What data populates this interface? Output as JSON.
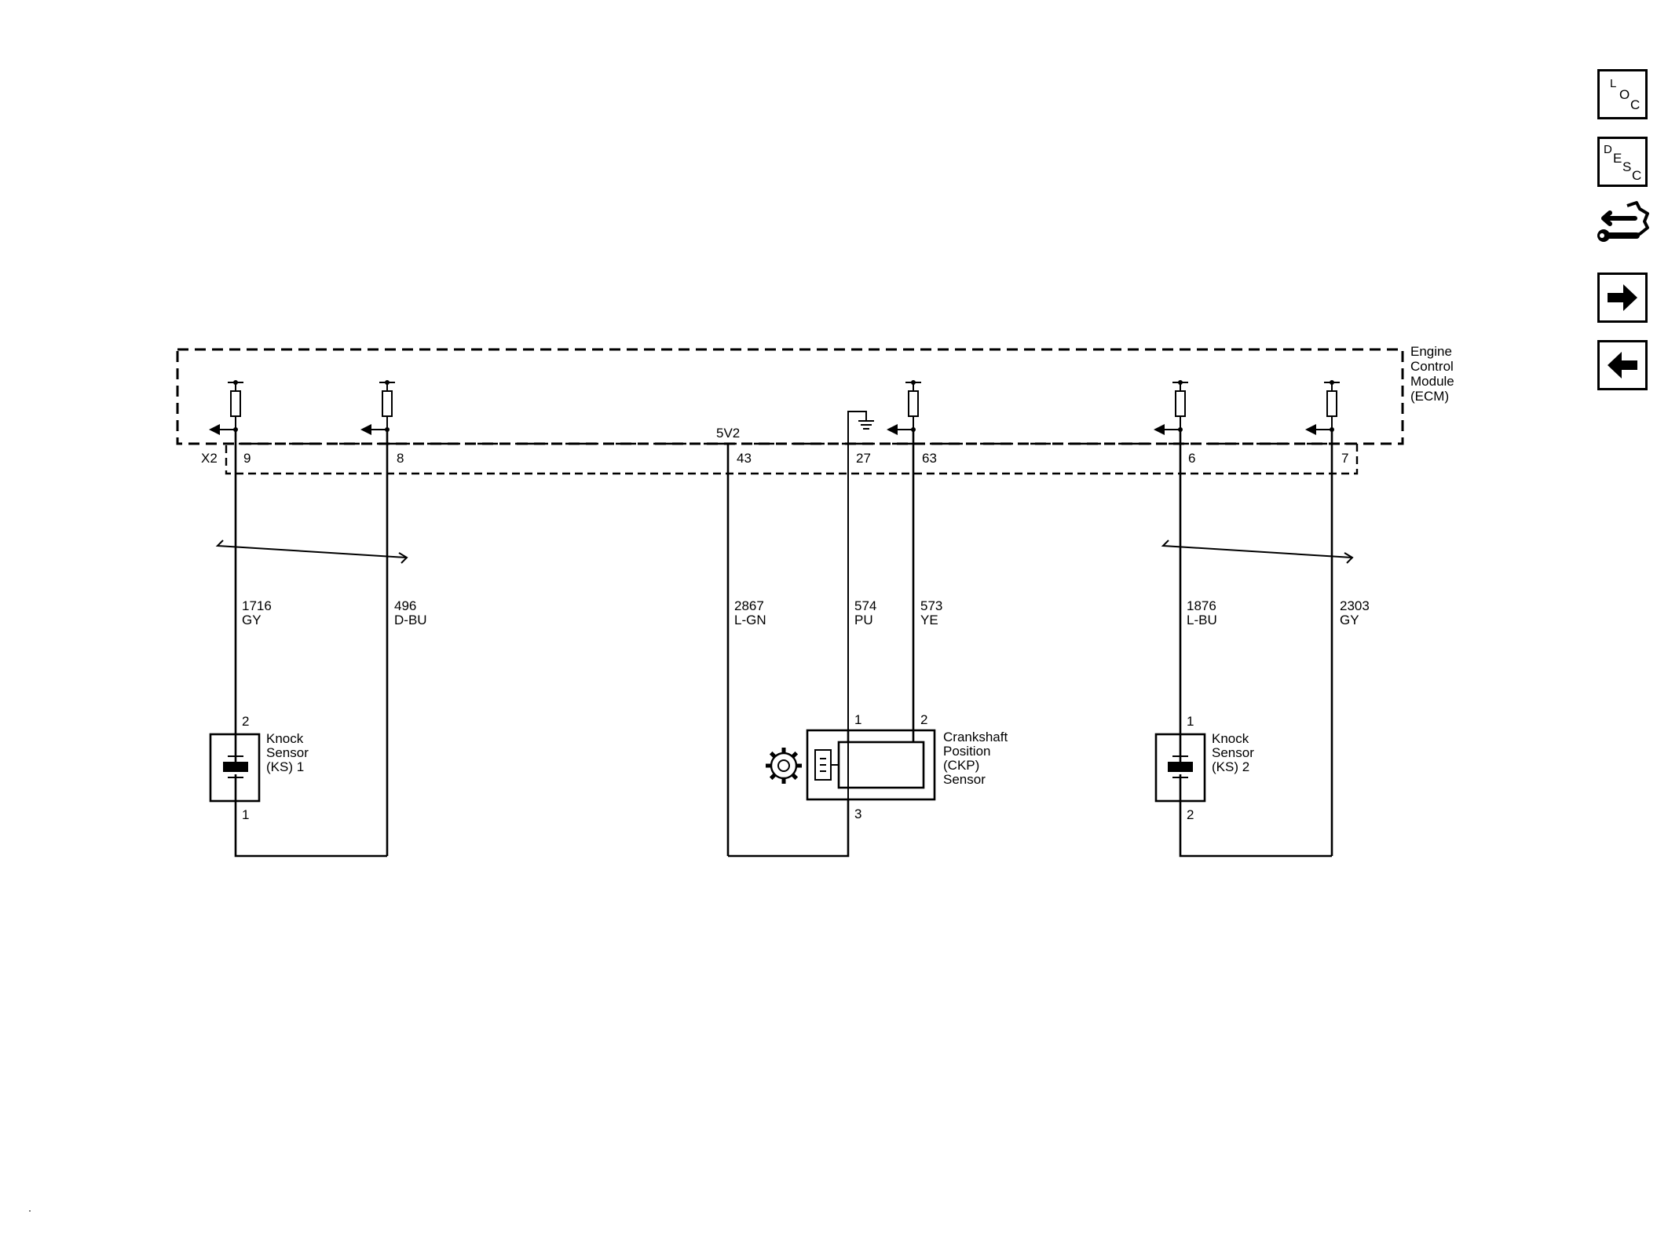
{
  "ecm": {
    "name_lines": [
      "Engine",
      "Control",
      "Module",
      "(ECM)"
    ],
    "connector": "X2",
    "supply_label": "5V2"
  },
  "pins": {
    "p9": "9",
    "p8": "8",
    "p43": "43",
    "p27": "27",
    "p63": "63",
    "p6": "6",
    "p7": "7"
  },
  "wires": [
    {
      "circuit": "1716",
      "color": "GY"
    },
    {
      "circuit": "496",
      "color": "D-BU"
    },
    {
      "circuit": "2867",
      "color": "L-GN"
    },
    {
      "circuit": "574",
      "color": "PU"
    },
    {
      "circuit": "573",
      "color": "YE"
    },
    {
      "circuit": "1876",
      "color": "L-BU"
    },
    {
      "circuit": "2303",
      "color": "GY"
    }
  ],
  "ks1": {
    "lines": [
      "Knock",
      "Sensor",
      "(KS) 1"
    ],
    "pin_top": "2",
    "pin_bottom": "1"
  },
  "ks2": {
    "lines": [
      "Knock",
      "Sensor",
      "(KS) 2"
    ],
    "pin_top": "1",
    "pin_bottom": "2"
  },
  "ckp": {
    "lines": [
      "Crankshaft",
      "Position",
      "(CKP)",
      "Sensor"
    ],
    "pin1": "1",
    "pin2": "2",
    "pin3": "3"
  },
  "nav": {
    "loc": [
      "L",
      "O",
      "C"
    ],
    "desc": [
      "D",
      "E",
      "S",
      "C"
    ]
  },
  "icons": [
    "loc-icon",
    "desc-icon",
    "connector-wrench-icon",
    "arrow-right-icon",
    "arrow-left-icon"
  ]
}
